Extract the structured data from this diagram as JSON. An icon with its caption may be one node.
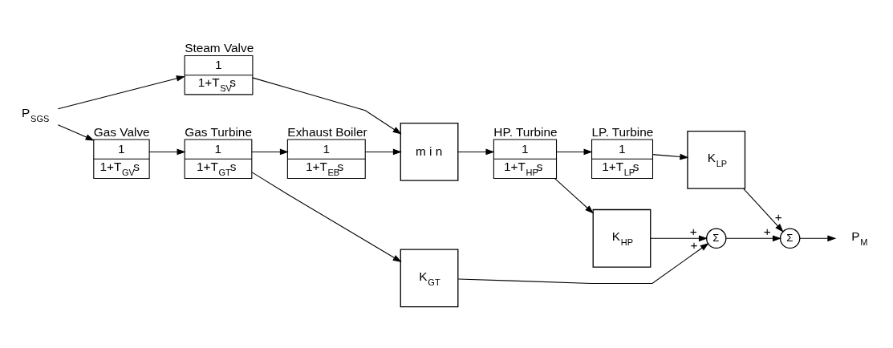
{
  "diagram": {
    "nodes": [
      {
        "text": [
          "P$_{SGS}$"
        ]
      },
      {
        "text": [
          "1",
          "1+T$_{GV}$s"
        ],
        "beside": [
          "Gas Valve"
        ]
      },
      {
        "text": [
          "1",
          "1+T$_{SV}$s"
        ],
        "beside": [
          "Steam Valve"
        ]
      },
      {
        "text": [
          "1",
          "1+T$_{GT}$s"
        ],
        "beside": [
          "Gas Turbine"
        ]
      },
      {
        "text": [
          "1",
          "1+T$_{EB}$s"
        ],
        "beside": [
          "Exhaust Boiler"
        ]
      },
      {
        "text": [
          "m i n"
        ]
      },
      {
        "text": [
          "1",
          "1+T$_{HP}$s"
        ],
        "beside": [
          "HP. Turbine"
        ]
      },
      {
        "text": [
          "1",
          "1+T$_{LP}$s"
        ],
        "beside": [
          "LP. Turbine"
        ]
      },
      {
        "text": [
          "K$_{GT}$"
        ]
      },
      {
        "text": [
          "K$_{HP}$"
        ]
      },
      {
        "text": [
          "K$_{LP}$"
        ]
      },
      {
        "text": [
          "Σ"
        ]
      },
      {
        "text": [
          "Σ"
        ]
      },
      {
        "text": [
          "P$_{M}$"
        ]
      }
    ],
    "edges": [
      {
        "from": 0,
        "to": 1,
        "arrow": "to"
      },
      {
        "from": 0,
        "to": 2,
        "arrow": "to"
      },
      {
        "from": 1,
        "to": 3,
        "arrow": "to"
      },
      {
        "from": 3,
        "to": 4,
        "arrow": "to"
      },
      {
        "from": 3,
        "to": 8,
        "arrow": "to"
      },
      {
        "from": 4,
        "to": 5,
        "arrow": "to"
      },
      {
        "from": 2,
        "to": 5,
        "arrow": "to"
      },
      {
        "from": 5,
        "to": 6,
        "arrow": "to"
      },
      {
        "from": 6,
        "to": 7,
        "arrow": "to"
      },
      {
        "from": 6,
        "to": 9,
        "arrow": "to"
      },
      {
        "from": 7,
        "to": 10,
        "arrow": "to"
      },
      {
        "from": 8,
        "to": 11,
        "arrow": "to",
        "label": "+"
      },
      {
        "from": 9,
        "to": 11,
        "arrow": "to",
        "label": "+"
      },
      {
        "from": 11,
        "to": 12,
        "arrow": "to",
        "label": "+"
      },
      {
        "from": 10,
        "to": 12,
        "arrow": "to",
        "label": "+"
      },
      {
        "from": 12,
        "to": 13,
        "arrow": "to"
      }
    ]
  }
}
